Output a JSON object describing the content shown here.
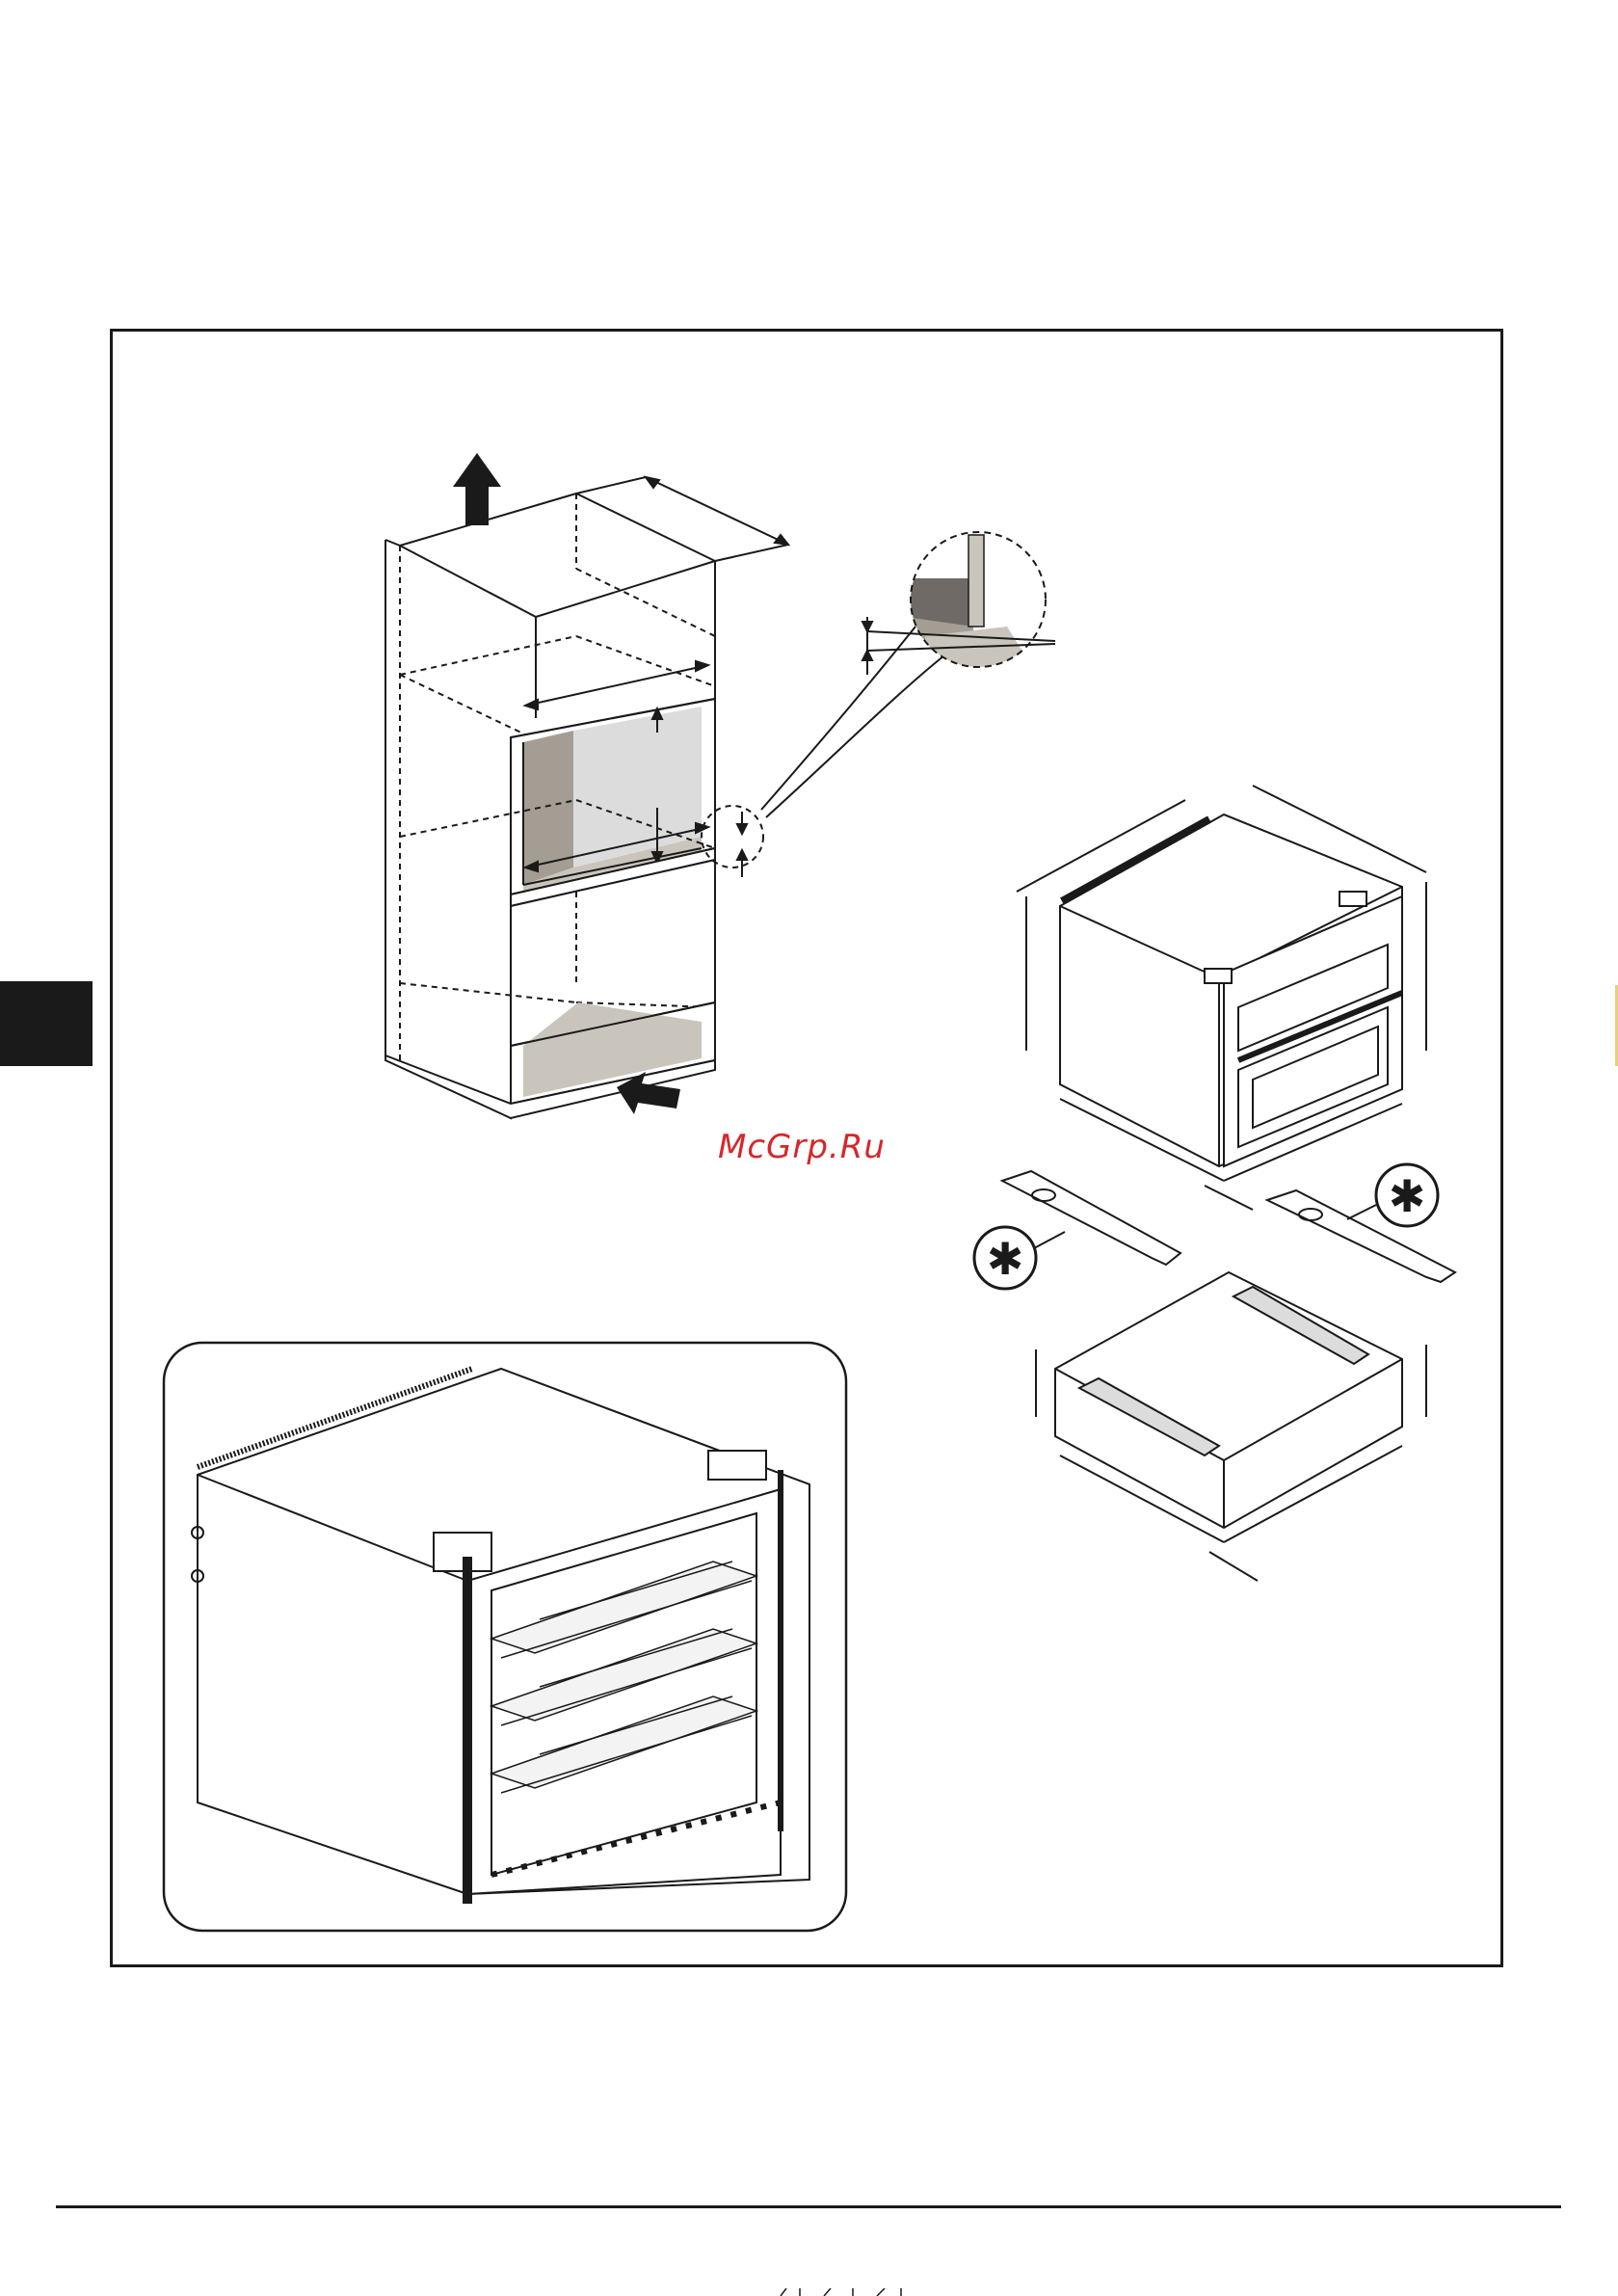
{
  "watermark": {
    "text": "McGrp.Ru"
  },
  "symbols": {
    "asterisk": "✱"
  },
  "icons": {
    "tab": "section-tab",
    "up-arrow": "airflow-up-arrow",
    "in-arrow": "airflow-in-arrow"
  },
  "colors": {
    "ink": "#1a1a1a",
    "shade_dark": "#a39d93",
    "shade_mid": "#c9c5bc",
    "shade_light": "#dcdcdc",
    "watermark": "#d8262b"
  }
}
